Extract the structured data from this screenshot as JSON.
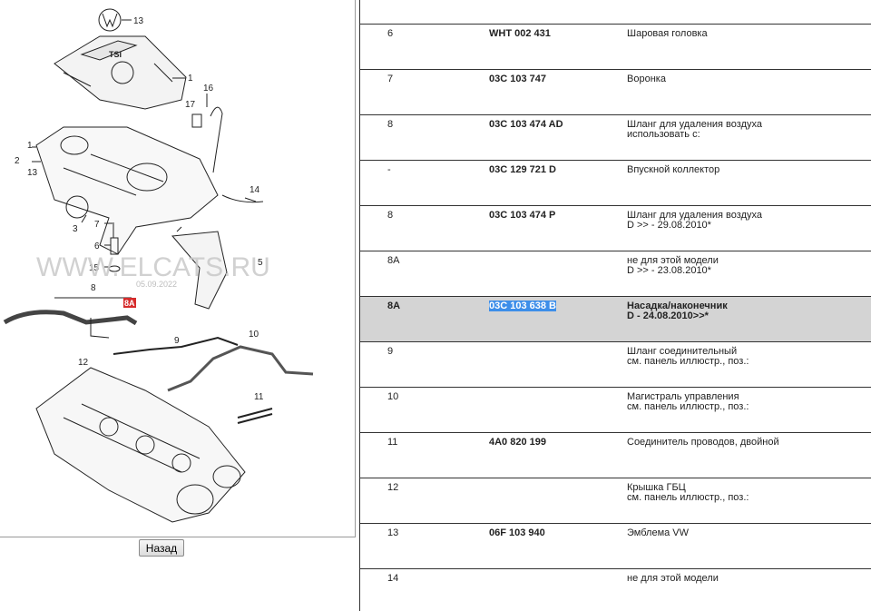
{
  "diagram": {
    "callouts": [
      "13",
      "1",
      "16",
      "17",
      "2",
      "1",
      "13",
      "14",
      "3",
      "7",
      "6",
      "15",
      "5",
      "8",
      "8A",
      "9",
      "10",
      "12",
      "11"
    ],
    "watermark": "WWW.ELCATS.RU",
    "watermark_date": "05.09.2022",
    "cover_logo": "TSI"
  },
  "back_button": {
    "label": "Назад"
  },
  "table": {
    "rows": [
      {
        "pos": "6",
        "num": "WHT 002 431",
        "desc": [
          "Шаровая головка"
        ]
      },
      {
        "pos": "7",
        "num": "03C 103 747",
        "desc": [
          "Воронка"
        ]
      },
      {
        "pos": "8",
        "num": "03C 103 474 AD",
        "desc": [
          "Шланг для удаления воздуха",
          "использовать с:"
        ]
      },
      {
        "pos": "-",
        "num": "03C 129 721 D",
        "desc": [
          "Впускной коллектор"
        ]
      },
      {
        "pos": "8",
        "num": "03C 103 474 P",
        "desc": [
          "Шланг для удаления воздуха",
          "D >> - 29.08.2010*"
        ]
      },
      {
        "pos": "8A",
        "num": "",
        "desc": [
          "не для этой модели",
          "D >> - 23.08.2010*"
        ]
      },
      {
        "pos": "8A",
        "num": "03C 103 638 B",
        "desc": [
          "Насадка/наконечник",
          "D - 24.08.2010>>*"
        ],
        "selected": true
      },
      {
        "pos": "9",
        "num": "",
        "desc": [
          "Шланг соединительный",
          "см. панель иллюстр., поз.:"
        ]
      },
      {
        "pos": "10",
        "num": "",
        "desc": [
          "Магистраль управления",
          "см. панель иллюстр., поз.:"
        ]
      },
      {
        "pos": "11",
        "num": "4A0 820 199",
        "desc": [
          "Соединитель проводов, двойной"
        ]
      },
      {
        "pos": "12",
        "num": "",
        "desc": [
          "Крышка ГБЦ",
          "см. панель иллюстр., поз.:"
        ]
      },
      {
        "pos": "13",
        "num": "06F 103 940",
        "desc": [
          "Эмблема VW"
        ]
      },
      {
        "pos": "14",
        "num": "",
        "desc": [
          "не для этой модели"
        ]
      }
    ]
  }
}
